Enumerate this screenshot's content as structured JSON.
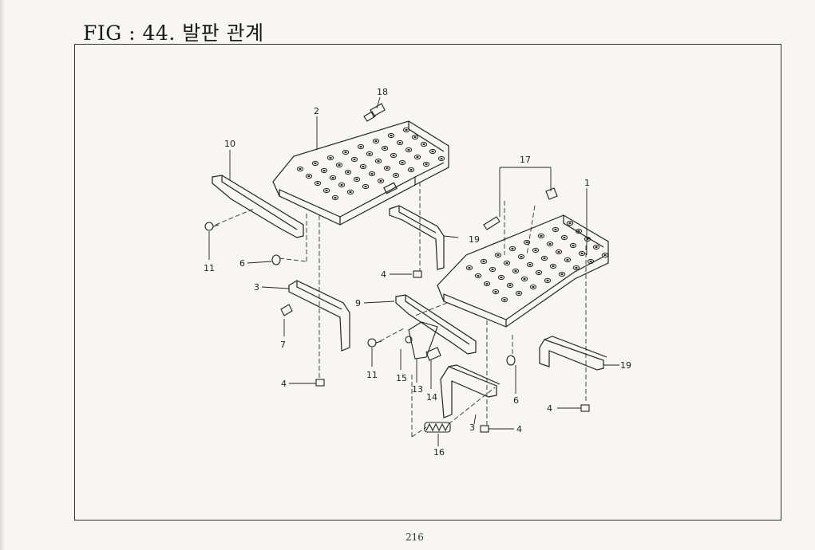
{
  "header": {
    "title": "FIG : 44. 발판 관계"
  },
  "footer": {
    "page_number": "216"
  },
  "callouts": [
    {
      "id": "c18",
      "text": "18"
    },
    {
      "id": "c2",
      "text": "2"
    },
    {
      "id": "c10",
      "text": "10"
    },
    {
      "id": "c17",
      "text": "17"
    },
    {
      "id": "c1",
      "text": "1"
    },
    {
      "id": "c11a",
      "text": "11"
    },
    {
      "id": "c6a",
      "text": "6"
    },
    {
      "id": "c19a",
      "text": "19"
    },
    {
      "id": "c4a",
      "text": "4"
    },
    {
      "id": "c3a",
      "text": "3"
    },
    {
      "id": "c9",
      "text": "9"
    },
    {
      "id": "c7",
      "text": "7"
    },
    {
      "id": "c11b",
      "text": "11"
    },
    {
      "id": "c15",
      "text": "15"
    },
    {
      "id": "c13",
      "text": "13"
    },
    {
      "id": "c14",
      "text": "14"
    },
    {
      "id": "c6b",
      "text": "6"
    },
    {
      "id": "c19b",
      "text": "19"
    },
    {
      "id": "c4b",
      "text": "4"
    },
    {
      "id": "c4c",
      "text": "4"
    },
    {
      "id": "c3b",
      "text": "3"
    },
    {
      "id": "c4d",
      "text": "4"
    },
    {
      "id": "c16",
      "text": "16"
    }
  ]
}
